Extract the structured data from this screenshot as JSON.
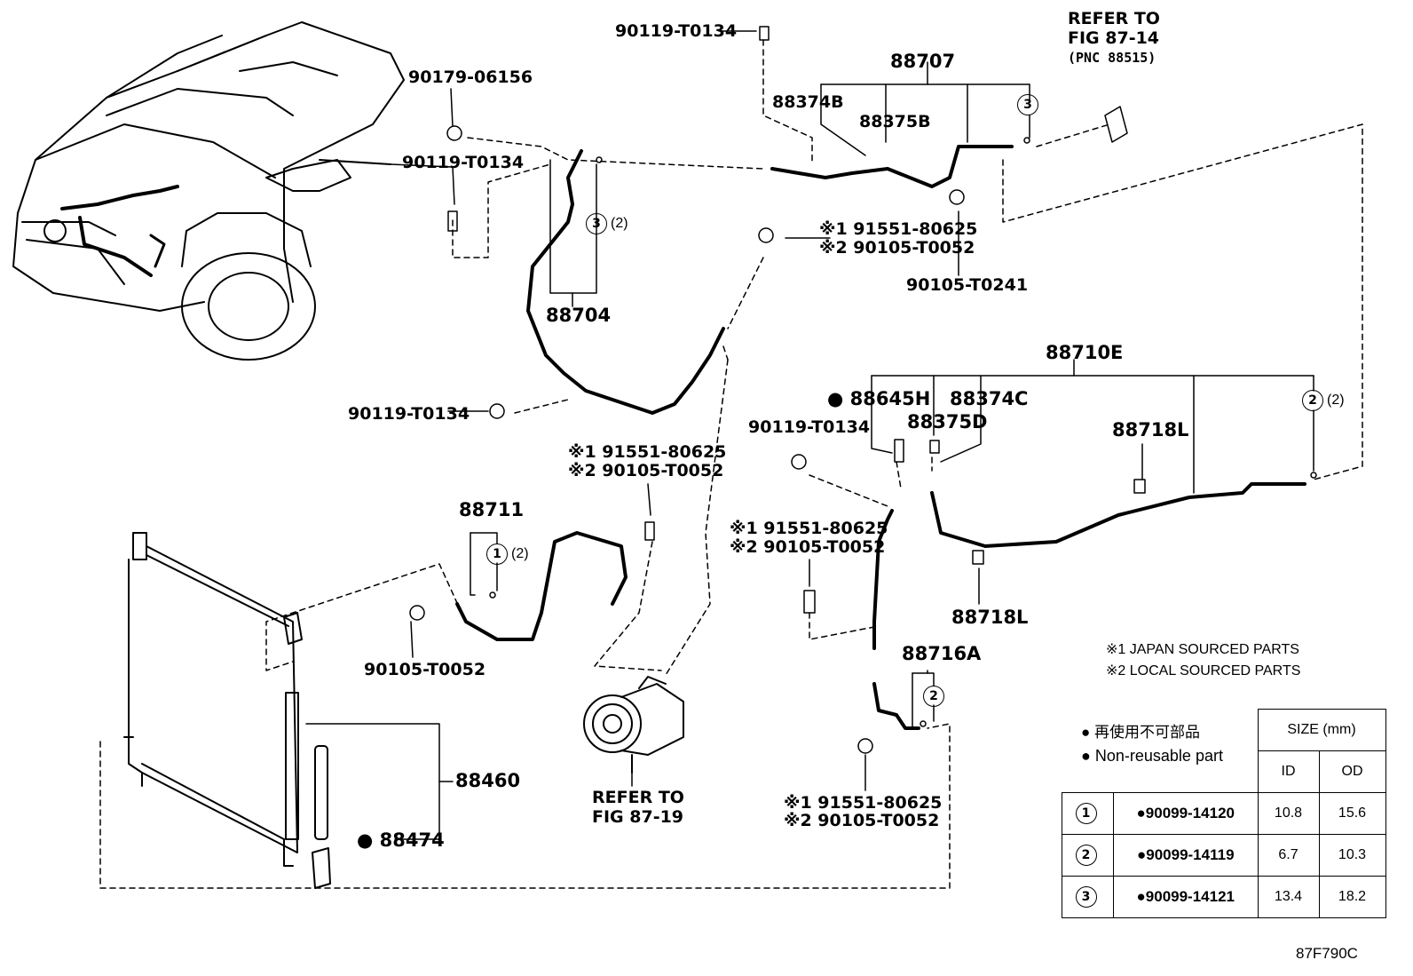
{
  "labels": {
    "p90119_top": "90119-T0134",
    "refer_8714": "REFER TO",
    "refer_8714_fig": "FIG 87-14",
    "refer_8714_pnc": "(PNC 88515)",
    "p88707": "88707",
    "p90179": "90179-06156",
    "p88374B": "88374B",
    "p88375B": "88375B",
    "p90119_left": "90119-T0134",
    "ring3_qty_a": "(2)",
    "j1_a": "※1 91551-80625",
    "j2_a": "※2 90105-T0052",
    "p90105_T0241": "90105-T0241",
    "p88704": "88704",
    "p90119_mid": "90119-T0134",
    "p88710E": "88710E",
    "p88645H": "88645H",
    "p88374C": "88374C",
    "p88375D": "88375D",
    "p90119_right": "90119-T0134",
    "p88718L_top": "88718L",
    "ring2_qty_a": "(2)",
    "j1_b": "※1 91551-80625",
    "j2_b": "※2 90105-T0052",
    "p88711": "88711",
    "ring1_qty": "(2)",
    "j1_c": "※1 91551-80625",
    "j2_c": "※2 90105-T0052",
    "p88718L_bot": "88718L",
    "p90105_T0052": "90105-T0052",
    "p88716A": "88716A",
    "p88460": "88460",
    "p88474": "88474",
    "refer_8719": "REFER TO",
    "refer_8719_fig": "FIG 87-19",
    "j1_d": "※1 91551-80625",
    "j2_d": "※2 90105-T0052",
    "fig_code": "87F790C"
  },
  "notes": {
    "japan": "※1 JAPAN SOURCED PARTS",
    "local": "※2 LOCAL SOURCED PARTS",
    "nonreuse_jp": "再使用不可部品",
    "nonreuse_en": "Non-reusable part"
  },
  "circle_marks": {
    "one": "1",
    "two": "2",
    "three": "3"
  },
  "table": {
    "size_header": "SIZE (mm)",
    "col_id": "ID",
    "col_od": "OD",
    "rows": [
      {
        "mark": "1",
        "code": "90099-14120",
        "id": "10.8",
        "od": "15.6"
      },
      {
        "mark": "2",
        "code": "90099-14119",
        "id": "6.7",
        "od": "10.3"
      },
      {
        "mark": "3",
        "code": "90099-14121",
        "id": "13.4",
        "od": "18.2"
      }
    ]
  },
  "icons": {
    "nonreusable": "filled-circle-icon"
  }
}
